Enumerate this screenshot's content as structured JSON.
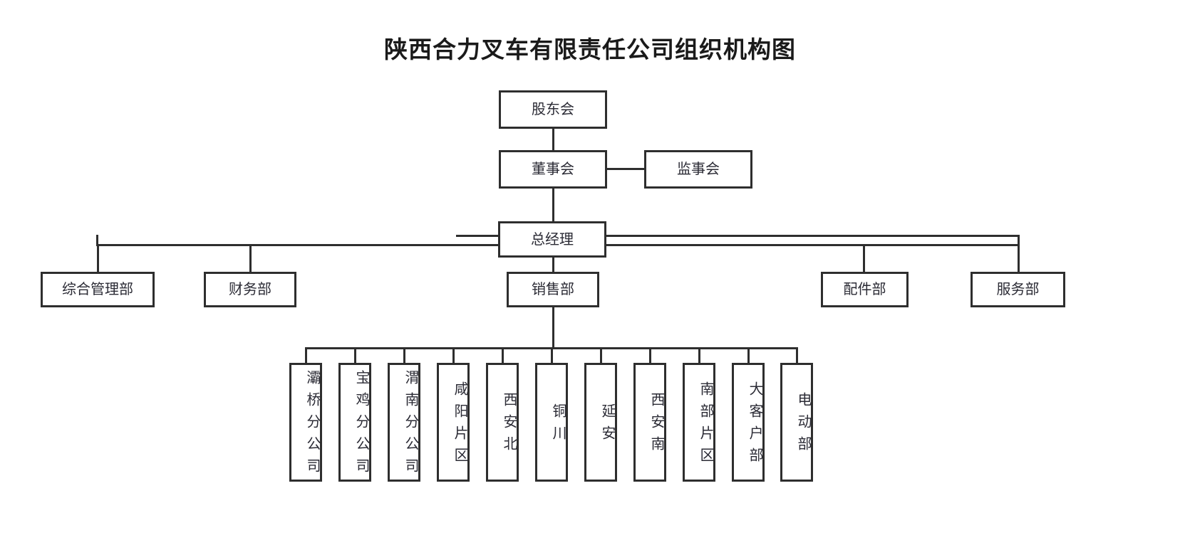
{
  "title": "陕西合力叉车有限责任公司组织机构图",
  "nodes": {
    "shareholders": "股东会",
    "board": "董事会",
    "supervisors": "监事会",
    "general_manager": "总经理",
    "sales": "销售部"
  },
  "departments": [
    {
      "label": "综合管理部"
    },
    {
      "label": "财务部"
    },
    {
      "label": "配件部"
    },
    {
      "label": "服务部"
    }
  ],
  "sales_units": [
    {
      "label": "灞桥分公司"
    },
    {
      "label": "宝鸡分公司"
    },
    {
      "label": "渭南分公司"
    },
    {
      "label": "咸阳片区"
    },
    {
      "label": "西安北"
    },
    {
      "label": "铜川"
    },
    {
      "label": "延安"
    },
    {
      "label": "西安南"
    },
    {
      "label": "南部片区"
    },
    {
      "label": "大客户部"
    },
    {
      "label": "电动部"
    }
  ],
  "colors": {
    "border": "#2e2e2e",
    "text": "#2b2b35",
    "title": "#1a1a1a",
    "background": "#ffffff"
  }
}
